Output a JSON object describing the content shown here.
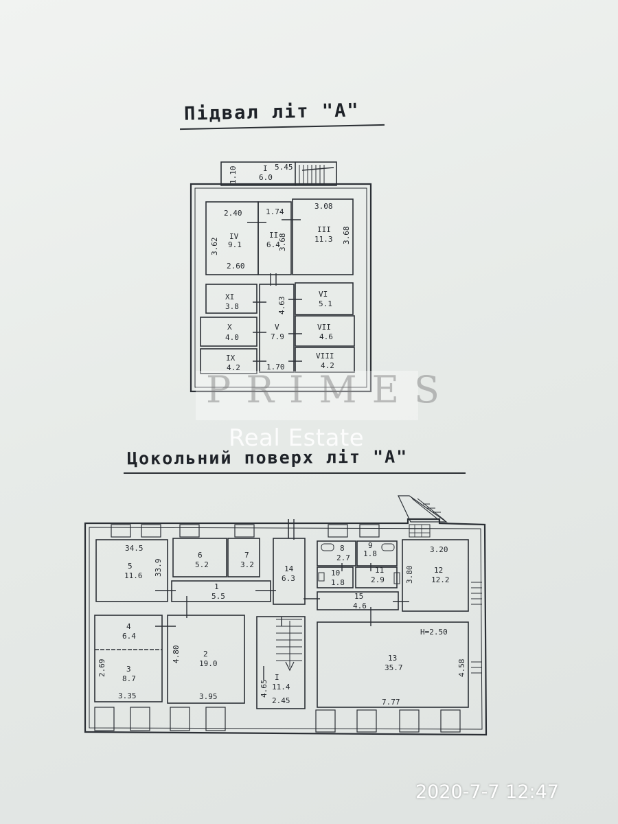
{
  "document": {
    "basement_title": "Підвал літ \"А\"",
    "ground_floor_title": "Цокольний поверх літ \"А\""
  },
  "watermark": {
    "letters": "PRIMES",
    "subtitle": "Real Estate"
  },
  "timestamp": "2020-7-7 12:47",
  "basement_labels": {
    "r1_num": "I",
    "r1_area": "6.0",
    "r1_h": "1.10",
    "r1_w": "5.45",
    "dim_240": "2.40",
    "dim_174": "1.74",
    "dim_308": "3.08",
    "r4_num": "IV",
    "r4_area": "9.1",
    "dim_362": "3.62",
    "dim_260": "2.60",
    "r2_num": "II",
    "r2_area": "6.4",
    "dim_368a": "3.68",
    "r3_num": "III",
    "r3_area": "11.3",
    "dim_368b": "3.68",
    "r11_num": "XI",
    "r11_area": "3.8",
    "r10_num": "X",
    "r10_area": "4.0",
    "r9_num": "IX",
    "r9_area": "4.2",
    "dim_463": "4.63",
    "r5_num": "V",
    "r5_area": "7.9",
    "dim_170": "1.70",
    "r6_num": "VI",
    "r6_area": "5.1",
    "r7_num": "VII",
    "r7_area": "4.6",
    "r8_num": "VIII",
    "r8_area": "4.2"
  },
  "ground_labels": {
    "dim_345": "34.5",
    "r5_num": "5",
    "r5_area": "11.6",
    "dim_339": "33.9",
    "r6_num": "6",
    "r6_area": "5.2",
    "r7_num": "7",
    "r7_area": "3.2",
    "r1_num": "1",
    "r1_area": "5.5",
    "r14_num": "14",
    "r14_area": "6.3",
    "r8_num": "8",
    "r8_area": "2.7",
    "r9_num": "9",
    "r9_area": "1.8",
    "r10_num": "10",
    "r10_area": "1.8",
    "r11_num": "11",
    "r11_area": "2.9",
    "dim_320": "3.20",
    "dim_380": "3.80",
    "r12_num": "12",
    "r12_area": "12.2",
    "r15_num": "15",
    "r15_area": "4.6",
    "r4_num": "4",
    "r4_area": "6.4",
    "r3_num": "3",
    "r3_area": "8.7",
    "dim_269": "2.69",
    "dim_335": "3.35",
    "dim_480": "4.80",
    "r2_num": "2",
    "r2_area": "19.0",
    "dim_395": "3.95",
    "rI_num": "I",
    "rI_area": "11.4",
    "dim_465": "4.65",
    "dim_245": "2.45",
    "height": "H=2.50",
    "r13_num": "13",
    "r13_area": "35.7",
    "dim_458": "4.58",
    "dim_777": "7.77"
  }
}
